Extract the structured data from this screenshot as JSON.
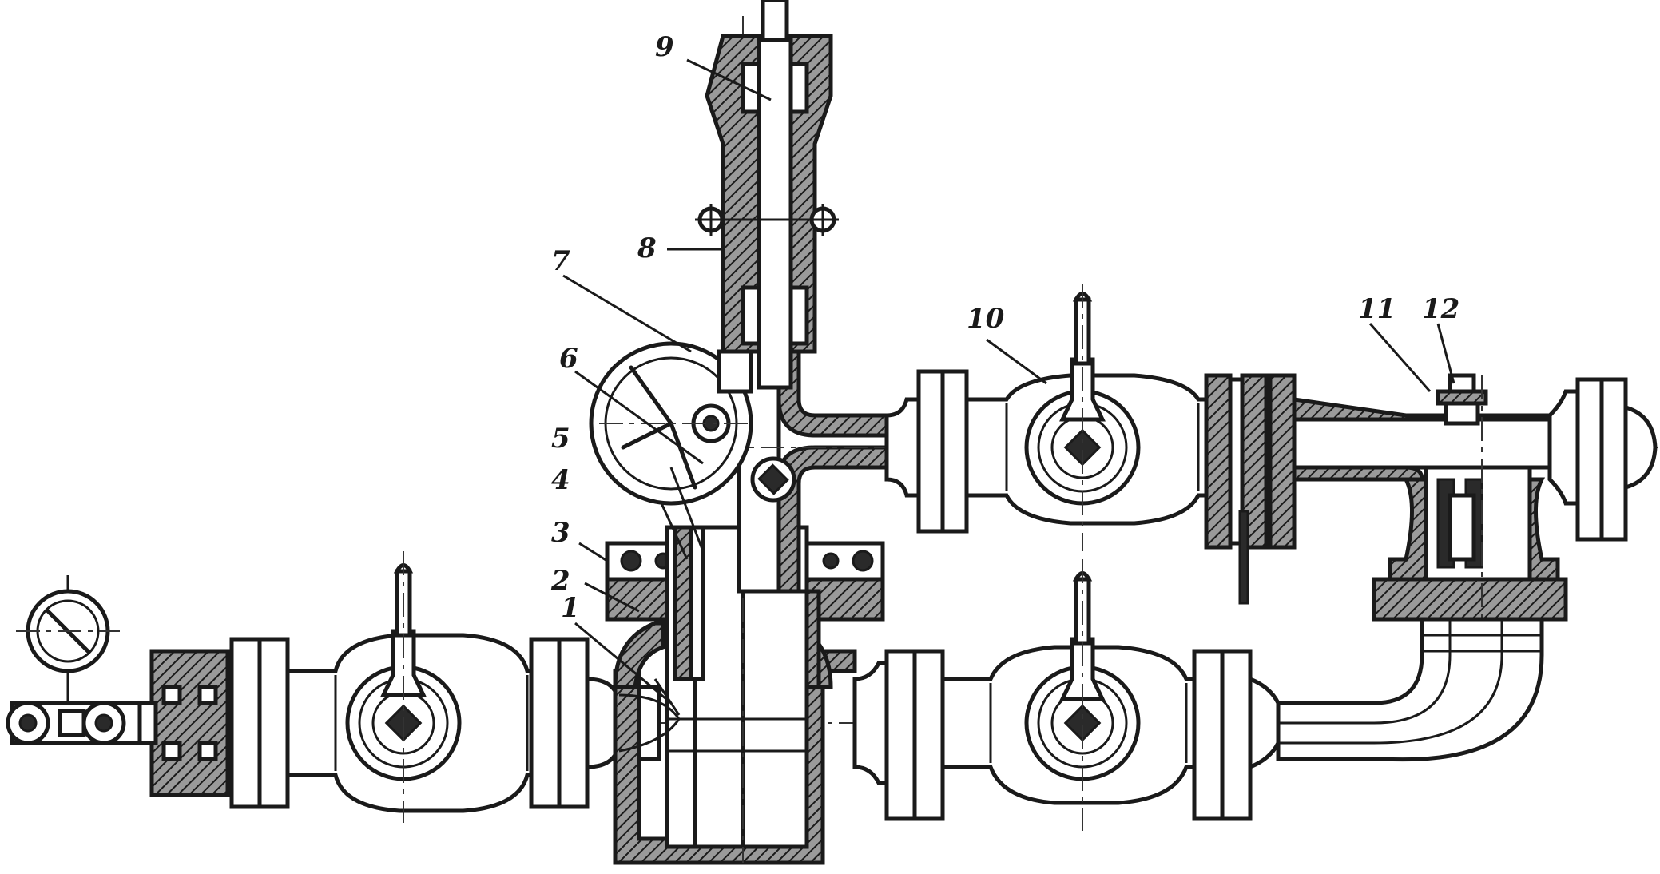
{
  "diagram": {
    "callouts": [
      {
        "id": "c1",
        "label": "1"
      },
      {
        "id": "c2",
        "label": "2"
      },
      {
        "id": "c3",
        "label": "3"
      },
      {
        "id": "c4",
        "label": "4"
      },
      {
        "id": "c5",
        "label": "5"
      },
      {
        "id": "c6",
        "label": "6"
      },
      {
        "id": "c7",
        "label": "7"
      },
      {
        "id": "c8",
        "label": "8"
      },
      {
        "id": "c9",
        "label": "9"
      },
      {
        "id": "c10",
        "label": "10"
      },
      {
        "id": "c11",
        "label": "11"
      },
      {
        "id": "c12",
        "label": "12"
      }
    ],
    "ink_color": "#1a1a1a",
    "background_color": "#ffffff"
  }
}
